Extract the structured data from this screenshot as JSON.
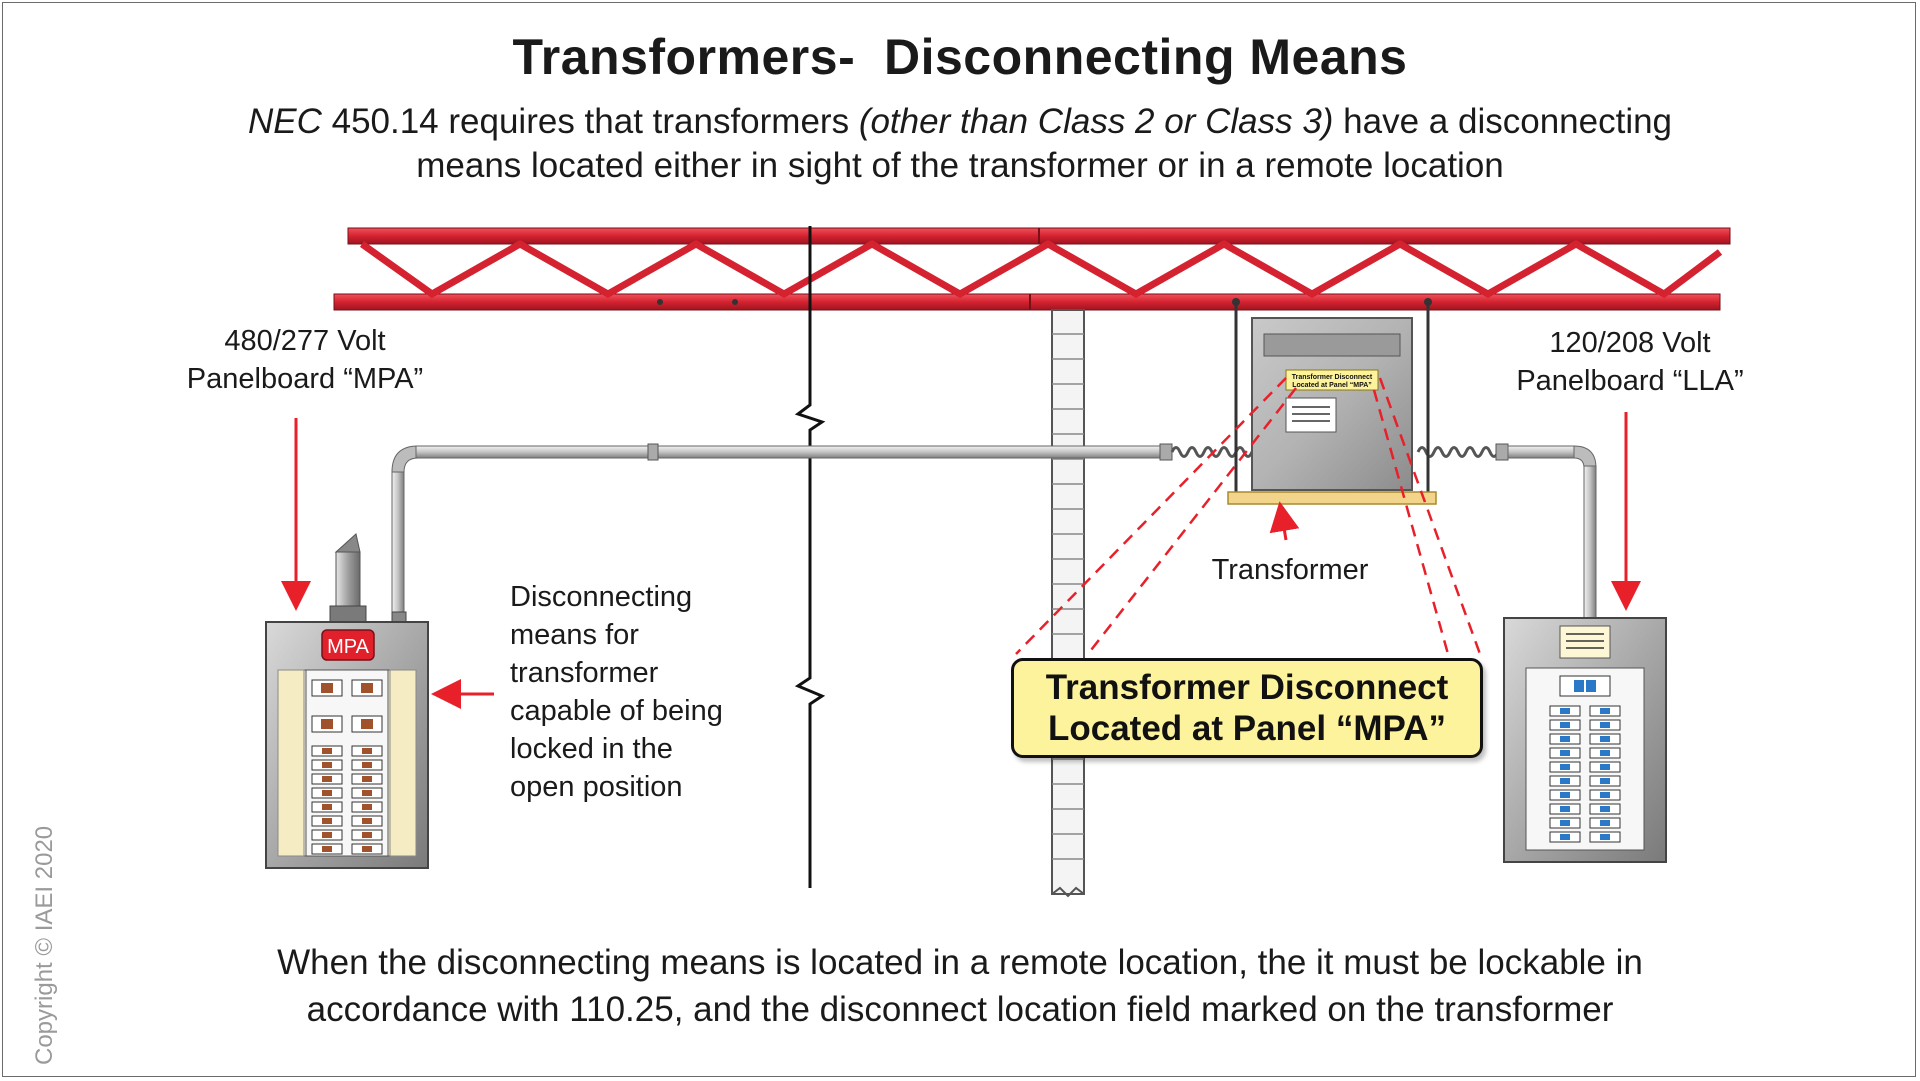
{
  "title": "Transformers-  Disconnecting Means",
  "subtitle": {
    "nec": "NEC",
    "part1": " 450.14 requires that transformers ",
    "paren": "(other than Class 2 or Class 3)",
    "part2": " have a disconnecting",
    "line2": "means located either in sight of the transformer or in a remote location"
  },
  "labels": {
    "mpa_line1": "480/277 Volt",
    "mpa_line2": "Panelboard “MPA”",
    "lla_line1": "120/208 Volt",
    "lla_line2": "Panelboard “LLA”",
    "disc_line1": "Disconnecting",
    "disc_line2": "means for",
    "disc_line3": "transformer",
    "disc_line4": "capable of being",
    "disc_line5": "locked in the",
    "disc_line6": "open position",
    "transformer": "Transformer"
  },
  "panel_mpa_badge": "MPA",
  "nameplate": {
    "line1": "Transformer Disconnect",
    "line2": "Located at Panel “MPA”"
  },
  "callout": {
    "line1": "Transformer Disconnect",
    "line2": "Located at Panel “MPA”"
  },
  "footer": {
    "line1": "When the disconnecting means is located in a remote location, the it must be lockable in",
    "line2": "accordance with 110.25, and the disconnect location field marked on the transformer"
  },
  "copyright": "Copyright © IAEI 2020",
  "colors": {
    "truss": "#d42230",
    "arrow": "#e8202a",
    "callout_fill": "#fdf39c",
    "badge": "#e0202a",
    "conduit": "#bfbfbf",
    "panel": "#b9b9b9"
  }
}
